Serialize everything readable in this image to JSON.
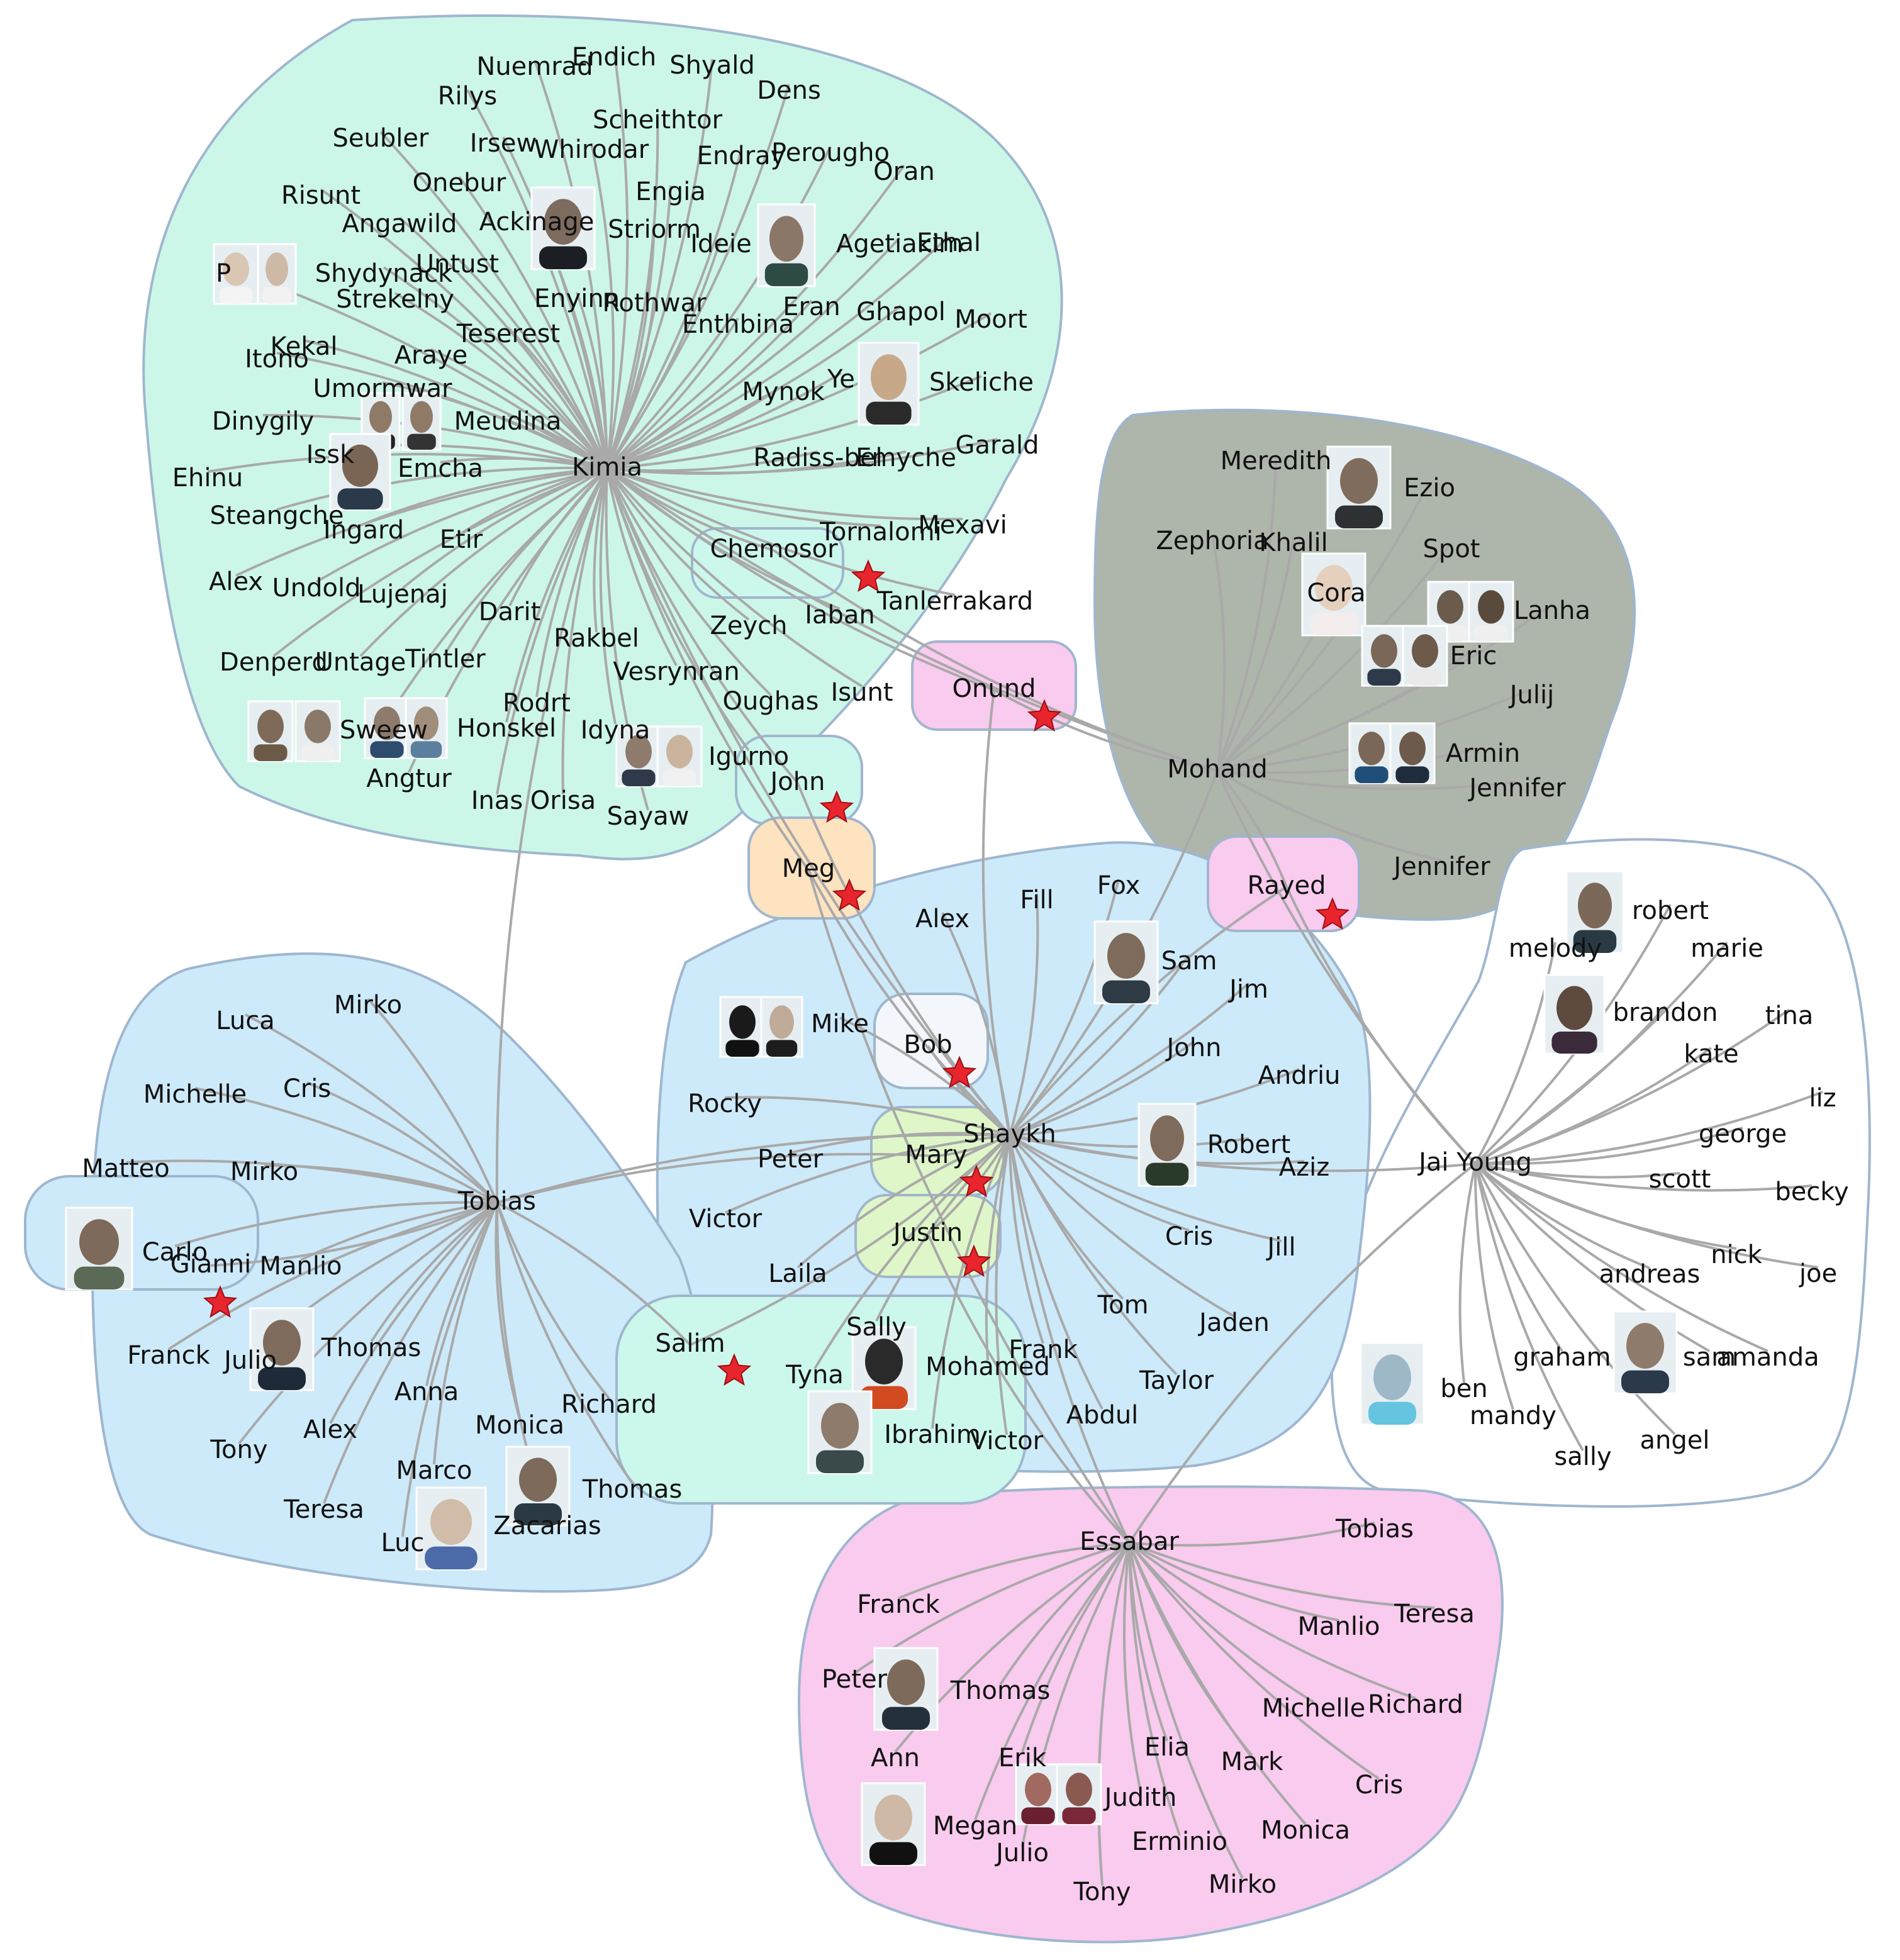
{
  "colors": {
    "edge": "#a9a9a9",
    "region_green": "#ccf7e8",
    "region_blue": "#cdeafa",
    "region_gray": "#aeb5ab",
    "region_pink": "#f9cbee",
    "region_white": "#ffffff",
    "region_orange": "#fde3c0",
    "region_lime": "#dff7c8",
    "region_ice": "#f3f7fc",
    "region_cyan": "#ccf7ec",
    "star": "#e8242c"
  },
  "hubs": [
    {
      "id": "kimia",
      "label": "Kimia"
    },
    {
      "id": "tobias",
      "label": "Tobias"
    },
    {
      "id": "shaykh",
      "label": "Shaykh"
    },
    {
      "id": "mohand",
      "label": "Mohand"
    },
    {
      "id": "jai",
      "label": "Jai Young"
    },
    {
      "id": "essabar",
      "label": "Essabar"
    }
  ],
  "bridges": [
    {
      "id": "meg",
      "label": "Meg"
    },
    {
      "id": "john_b",
      "label": "John"
    },
    {
      "id": "onund",
      "label": "Onund"
    },
    {
      "id": "rayed",
      "label": "Rayed"
    },
    {
      "id": "bob",
      "label": "Bob"
    },
    {
      "id": "mary",
      "label": "Mary"
    },
    {
      "id": "justin",
      "label": "Justin"
    },
    {
      "id": "salim",
      "label": "Salim"
    },
    {
      "id": "gianni",
      "label": "Gianni"
    },
    {
      "id": "chemosor",
      "label": "Chemosor"
    }
  ],
  "leaves": {
    "kimia": [
      "Nuemrad",
      "Endich",
      "Shyald",
      "Dens",
      "Rilys",
      "Scheithtor",
      "Seubler",
      "Irsew",
      "Whirodar",
      "Endray",
      "Perougho",
      "Oran",
      "Risunt",
      "Onebur",
      "Engia",
      "Angawild",
      "Ackinage",
      "Striorm",
      "Ideie",
      "Agetiakim",
      "Ethal",
      "P",
      "Shydynack",
      "Untust",
      "Strekelny",
      "Enyinn",
      "Rothwar",
      "Eran",
      "Ghapol",
      "Moort",
      "Teserest",
      "Enthbina",
      "Itono",
      "Kekal",
      "Araye",
      "Ye",
      "Skeliche",
      "Umormwar",
      "Mynok",
      "Dinygily",
      "Meudina",
      "Issk",
      "Emcha",
      "Radiss-bel",
      "Emyche",
      "Garald",
      "Ehinu",
      "Steangche",
      "Ingard",
      "Tornalomi",
      "Mexavi",
      "Etir",
      "Alex",
      "Undold",
      "Lujenaj",
      "Tanlerrakard",
      "Darit",
      "Iaban",
      "Zeych",
      "Rakbel",
      "Denperd",
      "Untage",
      "Tintler",
      "Vesrynran",
      "Rodrt",
      "Oughas",
      "Isunt",
      "Sweew",
      "Honskel",
      "Idyna",
      "Igurno",
      "Angtur",
      "Inas",
      "Orisa",
      "Sayaw"
    ],
    "tobias": [
      "Luca",
      "Mirko",
      "Michelle",
      "Cris",
      "Matteo",
      "Mirko",
      "Carlo",
      "Manlio",
      "Franck",
      "Julio",
      "Thomas",
      "Anna",
      "Richard",
      "Monica",
      "Tony",
      "Alex",
      "Marco",
      "Thomas",
      "Teresa",
      "Luc",
      "Zacarias"
    ],
    "shaykh": [
      "Alex",
      "Fill",
      "Fox",
      "Sam",
      "Jim",
      "Mike",
      "John",
      "Andriu",
      "Rocky",
      "Robert",
      "Aziz",
      "Peter",
      "Victor",
      "Cris",
      "Jill",
      "Laila",
      "Tom",
      "Jaden",
      "Sally",
      "Frank",
      "Tyna",
      "Mohamed",
      "Taylor",
      "Abdul",
      "Ibrahim",
      "Victor"
    ],
    "mohand": [
      "Meredith",
      "Ezio",
      "Zephoria",
      "Khalil",
      "Spot",
      "Cora",
      "Lanha",
      "Eric",
      "Julij",
      "Armin",
      "Jennifer",
      "Jennifer"
    ],
    "jai": [
      "robert",
      "melody",
      "marie",
      "brandon",
      "tina",
      "kate",
      "liz",
      "george",
      "scott",
      "becky",
      "nick",
      "andreas",
      "joe",
      "graham",
      "sam",
      "amanda",
      "ben",
      "mandy",
      "angel",
      "sally"
    ],
    "essabar": [
      "Tobias",
      "Franck",
      "Teresa",
      "Manlio",
      "Peter",
      "Thomas",
      "Michelle",
      "Richard",
      "Ann",
      "Erik",
      "Elia",
      "Mark",
      "Judith",
      "Cris",
      "Megan",
      "Erminio",
      "Monica",
      "Julio",
      "Tony",
      "Mirko"
    ]
  }
}
